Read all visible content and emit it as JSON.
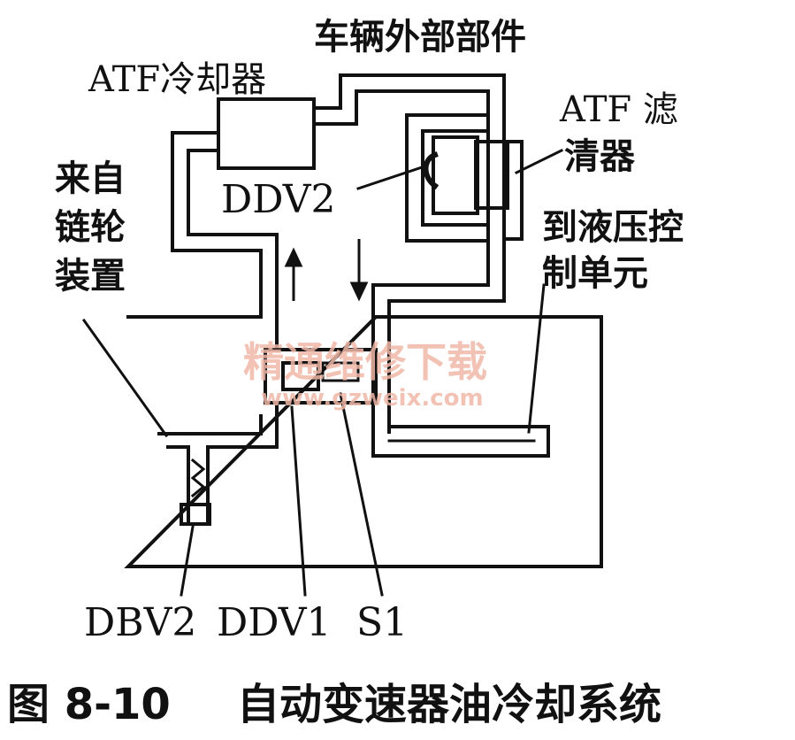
{
  "labels": {
    "vehicle_external": "车辆外部部件",
    "atf_cooler": "ATF冷却器",
    "atf_filter_line1": "ATF 滤",
    "atf_filter_line2": "清器",
    "ddv2": "DDV2",
    "from_sprocket_line1": "来自",
    "from_sprocket_line2": "链轮",
    "from_sprocket_line3": "装置",
    "to_hydraulic_line1": "到液压控",
    "to_hydraulic_line2": "制单元",
    "dbv2": "DBV2",
    "ddv1": "DDV1",
    "s1": "S1"
  },
  "caption": {
    "figure_number": "图 8-10",
    "title": "自动变速器油冷却系统"
  },
  "watermark": {
    "text_cn": "精通维修下载",
    "text_url": "www.gzweix.com"
  },
  "colors": {
    "line": "#111111",
    "watermark": "#f0b8a8"
  }
}
